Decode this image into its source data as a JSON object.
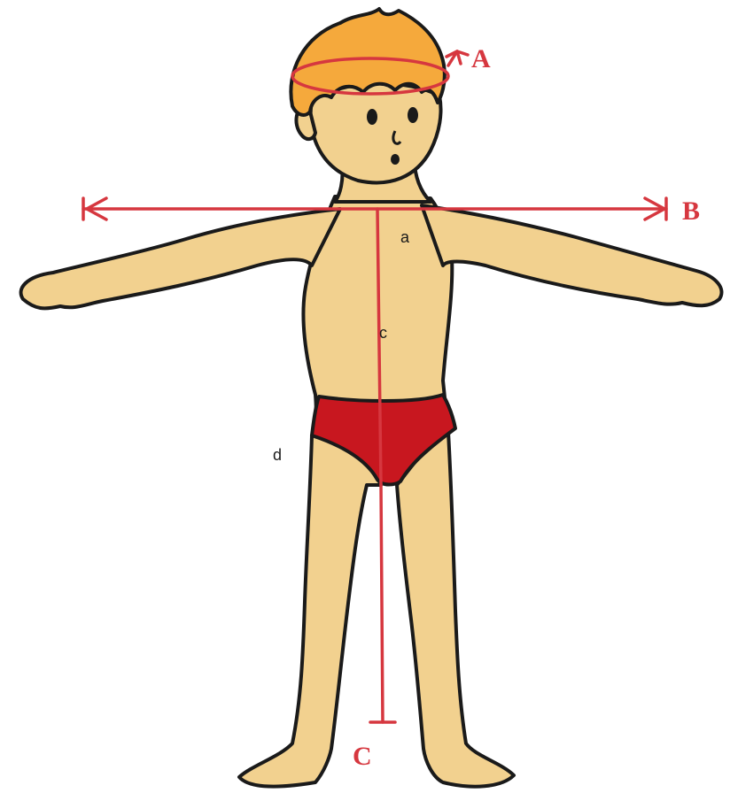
{
  "colors": {
    "measure": "#d6373f",
    "skin": "#f2d18f",
    "outline": "#1a1a1a",
    "hair": "#f5a93c",
    "briefs": "#c8171f"
  },
  "labels": {
    "head_circumference": "A",
    "arm_span": "B",
    "height": "C",
    "point_a": "a",
    "point_c": "c",
    "point_d": "d"
  }
}
